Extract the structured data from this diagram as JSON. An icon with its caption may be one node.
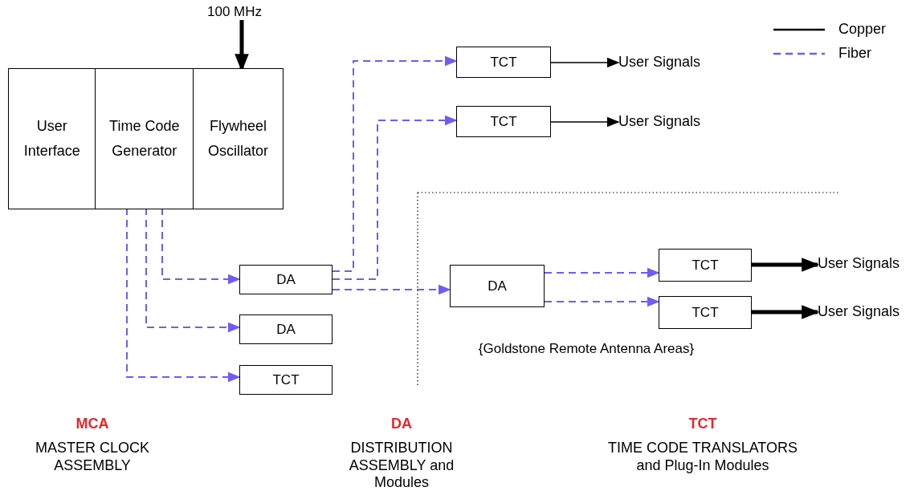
{
  "diagram": {
    "nodes": [
      {
        "text": [
          "User Interface"
        ]
      },
      {
        "text": [
          "Time Code Generator"
        ]
      },
      {
        "text": [
          "Flywheel Oscillator"
        ]
      },
      {
        "text": [
          "100 MHz"
        ]
      },
      {
        "text": [
          "DA"
        ]
      },
      {
        "text": [
          "DA"
        ]
      },
      {
        "text": [
          "TCT"
        ]
      },
      {
        "text": [
          "TCT"
        ]
      },
      {
        "text": [
          "TCT"
        ]
      },
      {
        "text": [
          "User Signals"
        ]
      },
      {
        "text": [
          "User Signals"
        ]
      },
      {
        "text": [
          "DA"
        ]
      },
      {
        "text": [
          "TCT"
        ]
      },
      {
        "text": [
          "TCT"
        ]
      },
      {
        "text": [
          "User Signals"
        ]
      },
      {
        "text": [
          "User Signals"
        ]
      }
    ],
    "edges": [
      {
        "from": 3,
        "to": 2,
        "arrow": "to",
        "style": "thick",
        "color": "#000000"
      },
      {
        "from": 1,
        "to": 4,
        "arrow": "to",
        "style": "dashed"
      },
      {
        "from": 1,
        "to": 5,
        "arrow": "to",
        "style": "dashed"
      },
      {
        "from": 1,
        "to": 6,
        "arrow": "to",
        "style": "dashed"
      },
      {
        "from": 4,
        "to": 7,
        "arrow": "to",
        "style": "dashed"
      },
      {
        "from": 4,
        "to": 8,
        "arrow": "to",
        "style": "dashed"
      },
      {
        "from": 4,
        "to": 11,
        "arrow": "to",
        "style": "dashed"
      },
      {
        "from": 7,
        "to": 9,
        "arrow": "to",
        "color": "#000000"
      },
      {
        "from": 8,
        "to": 10,
        "arrow": "to",
        "color": "#000000"
      },
      {
        "from": 11,
        "to": 12,
        "arrow": "to",
        "style": "dashed"
      },
      {
        "from": 11,
        "to": 13,
        "arrow": "to",
        "style": "dashed"
      },
      {
        "from": 12,
        "to": 14,
        "arrow": "to",
        "style": "thick",
        "color": "#000000"
      },
      {
        "from": 13,
        "to": 15,
        "arrow": "to",
        "style": "thick",
        "color": "#000000"
      }
    ],
    "labels": [
      "{Goldstone Remote Antenna Areas}",
      "MCA",
      "MASTER CLOCK ASSEMBLY",
      "DA",
      "DISTRIBUTION ASSEMBLY and Modules",
      "TCT",
      "TIME CODE TRANSLATORS and Plug-In Modules"
    ],
    "legend": [
      {
        "text": "Copper"
      },
      {
        "text": "Fiber"
      }
    ]
  }
}
